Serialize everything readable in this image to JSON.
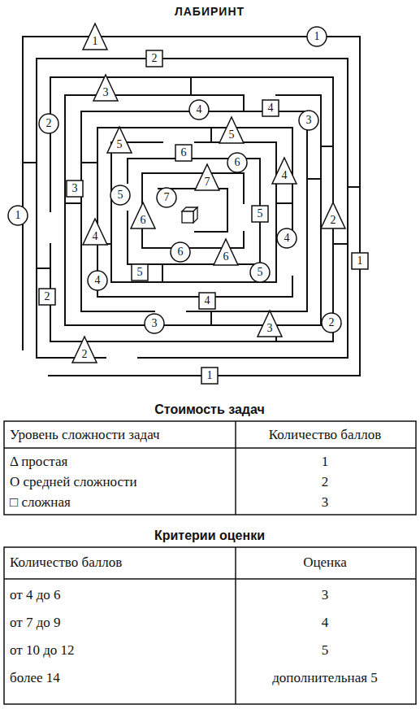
{
  "diagram": {
    "title": "ЛАБИРИНТ",
    "nodes": [
      {
        "text": [
          "1"
        ]
      },
      {
        "text": [
          "1"
        ]
      },
      {
        "text": [
          "2"
        ]
      },
      {
        "text": [
          "3"
        ]
      },
      {
        "text": [
          "4"
        ]
      },
      {
        "text": [
          "4"
        ]
      },
      {
        "text": [
          "3"
        ]
      },
      {
        "text": [
          "2"
        ]
      },
      {
        "text": [
          "5"
        ]
      },
      {
        "text": [
          "5"
        ]
      },
      {
        "text": [
          "6"
        ]
      },
      {
        "text": [
          "6"
        ]
      },
      {
        "text": [
          "4"
        ]
      },
      {
        "text": [
          "7"
        ]
      },
      {
        "text": [
          "3"
        ]
      },
      {
        "text": [
          "5"
        ]
      },
      {
        "text": [
          "7"
        ]
      },
      {
        "text": [
          "1"
        ]
      },
      {
        "text": [
          "6"
        ]
      },
      {
        "text": [
          "5"
        ]
      },
      {
        "text": [
          "2"
        ]
      },
      {
        "text": [
          "4"
        ]
      },
      {
        "text": [
          "4"
        ]
      },
      {
        "text": [
          "6"
        ]
      },
      {
        "text": [
          "6"
        ]
      },
      {
        "text": [
          "1"
        ]
      },
      {
        "text": [
          "5"
        ]
      },
      {
        "text": [
          "5"
        ]
      },
      {
        "text": [
          "4"
        ]
      },
      {
        "text": [
          "2"
        ]
      },
      {
        "text": [
          "4"
        ]
      },
      {
        "text": [
          "3"
        ]
      },
      {
        "text": [
          "3"
        ]
      },
      {
        "text": [
          "2"
        ]
      },
      {
        "text": [
          "2"
        ]
      },
      {
        "text": [
          "1"
        ]
      }
    ],
    "labels": [
      "Стоимость задач",
      "Уровень сложности задач",
      "Количество баллов",
      "Δ простая",
      "1",
      "O средней сложности",
      "2",
      "□ сложная",
      "3",
      "Критерии оценки",
      "Количество баллов",
      "Оценка",
      "от 4 до 6",
      "3",
      "от 7 до 9",
      "4",
      "от 10 до 12",
      "5",
      "более 14",
      "дополнительная 5"
    ]
  }
}
